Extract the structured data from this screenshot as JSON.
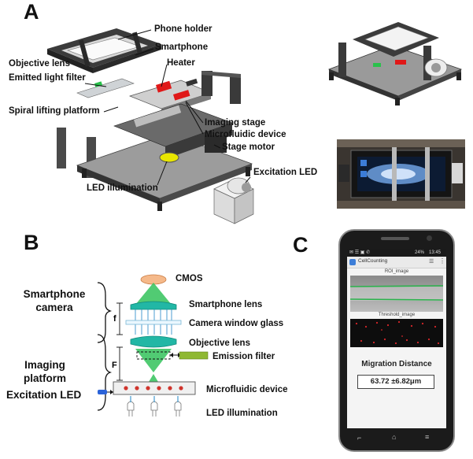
{
  "panel_a": {
    "letter": "A",
    "callouts": {
      "phone_holder": "Phone holder",
      "smartphone": "Smartphone",
      "heater": "Heater",
      "objective_lens": "Objective lens",
      "emitted_light_filter": "Emitted light filter",
      "spiral_lifting_platform": "Spiral lifting platform",
      "imaging_stage": "Imaging stage",
      "microfluidic_device": "Microfluidic device",
      "stage_motor": "Stage motor",
      "excitation_led": "Excitation LED",
      "led_illumination": "LED illumination"
    }
  },
  "panel_b": {
    "letter": "B",
    "group_smartphone": "Smartphone\ncamera",
    "group_imaging": "Imaging\nplatform",
    "excitation_led": "Excitation LED",
    "cmos": "CMOS",
    "smartphone_lens": "Smartphone lens",
    "camera_window_glass": "Camera window glass",
    "objective_lens": "Objective lens",
    "emission_filter": "Emission filter",
    "microfluidic_device": "Microfluidic device",
    "led_illumination": "LED illumination",
    "f_small": "f",
    "f_large": "F"
  },
  "panel_c": {
    "letter": "C",
    "status_bar": {
      "icons_left": "✉ ☰ ▣ ✆",
      "signal": "24%",
      "time": "13:45"
    },
    "app_title": "CellCounting",
    "roi_label": "ROI_image",
    "threshold_label": "Threshold_image",
    "result_title": "Migration Distance",
    "result_value": "63.72 ±6.82μm",
    "colors": {
      "device_body": "#1b1b1b",
      "roi_line": "#2bb24c",
      "threshold_dots": "#d8262a"
    }
  }
}
